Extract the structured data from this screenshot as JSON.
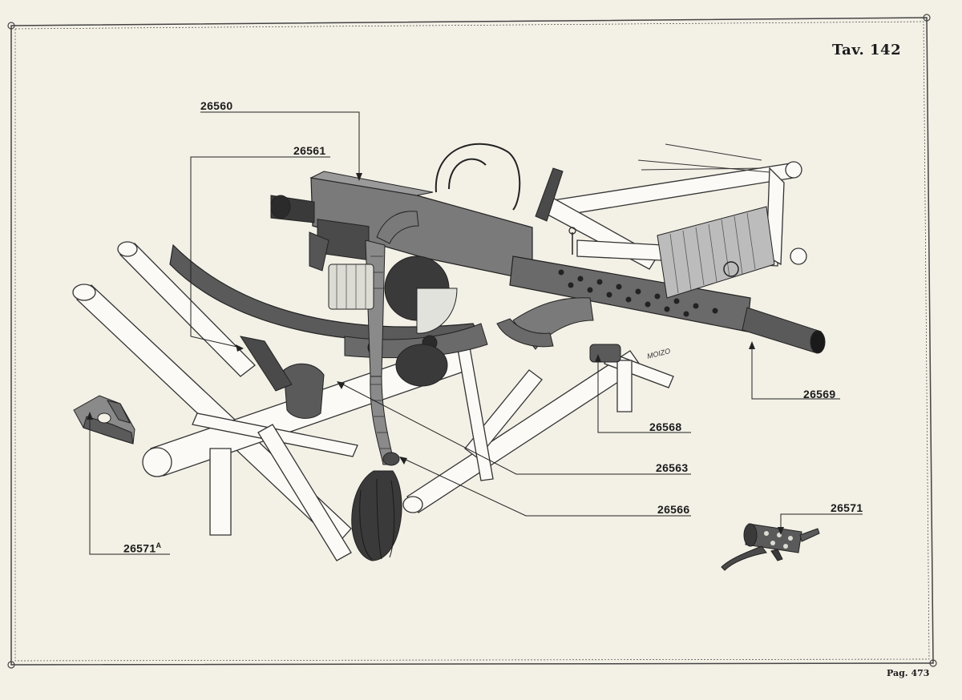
{
  "plate": {
    "title": "Tav. 142",
    "page": "Pag. 473",
    "artist_mark": "MOIZO"
  },
  "callouts": [
    {
      "id": "26560",
      "label": "26560"
    },
    {
      "id": "26561",
      "label": "26561"
    },
    {
      "id": "26569",
      "label": "26569"
    },
    {
      "id": "26568",
      "label": "26568"
    },
    {
      "id": "26563",
      "label": "26563"
    },
    {
      "id": "26566",
      "label": "26566"
    },
    {
      "id": "26571",
      "label": "26571"
    },
    {
      "id": "26571A",
      "label": "26571",
      "suffix": "A"
    }
  ]
}
